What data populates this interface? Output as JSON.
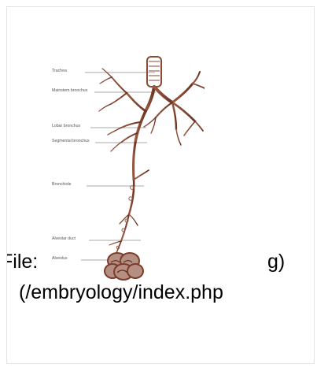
{
  "diagram": {
    "labels": [
      "Trachea",
      "Mainstem bronchus",
      "Lobar bronchus",
      "Segmental bronchus",
      "Bronchiole",
      "Alveolar duct",
      "Alveolus"
    ]
  },
  "caption": {
    "file_prefix": "File:",
    "file_suffix": "g)",
    "url": "(/embryology/index.php"
  },
  "colors": {
    "airway": "#8a4a33",
    "alveolus": "#7a3d2a",
    "leader_lines": "#8b8b8b",
    "border": "#e3e3e3"
  }
}
